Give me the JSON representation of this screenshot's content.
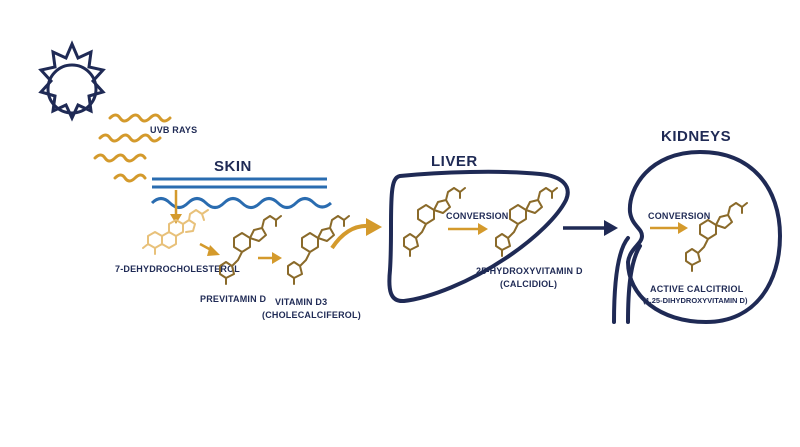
{
  "colors": {
    "navy": "#1f2a55",
    "gold": "#d49a2c",
    "skin_lines": "#2a6cb0",
    "background": "#ffffff"
  },
  "icons": [
    "sun-icon",
    "uvb-rays-icon",
    "skin-layer-icon",
    "liver-icon",
    "kidney-icon",
    "molecule-icon",
    "arrow-icon"
  ],
  "labels": {
    "uvb_rays": "UVB RAYS",
    "skin": "SKIN",
    "liver": "LIVER",
    "kidneys": "KIDNEYS",
    "dehydrocholesterol": "7-DEHYDROCHOLESTEROL",
    "previtamin_d": "PREVITAMIN D",
    "vitamin_d3": "VITAMIN D3",
    "cholecalciferol": "(CHOLECALCIFEROL)",
    "liver_conversion": "CONVERSION",
    "hydroxyvitamin": "25-HYDROXYVITAMIN D",
    "calcidiol": "(CALCIDIOL)",
    "kidney_conversion": "CONVERSION",
    "active_calcitriol": "ACTIVE CALCITRIOL",
    "dihydroxyvitamin": "(1,25-DIHYDROXYVITAMIN D)"
  }
}
